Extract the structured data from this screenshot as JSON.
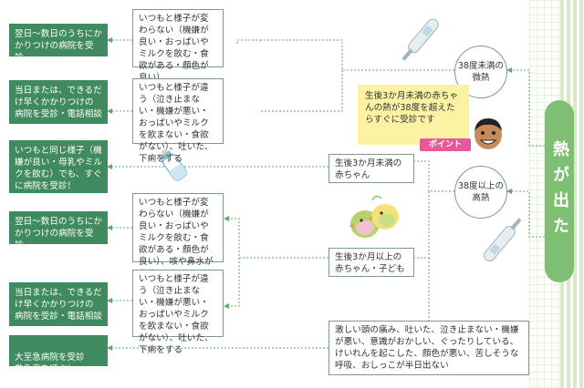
{
  "main_label": "熱が出た",
  "branches": {
    "under38": "38度未満の\n微熱",
    "over38": "38度以上の\n高熱"
  },
  "point": {
    "text": "生後3か月未満の赤ちゃんの熱が38度を超えたらすぐに受診です",
    "badge": "ポイント"
  },
  "age_boxes": {
    "under3m": "生後3か月未満の赤ちゃん",
    "over3m": "生後3か月以上の赤ちゃん・子ども",
    "severe": "激しい頭の痛み、吐いた、泣き止まない・機嫌が悪い、意識がおかしい、ぐったりしている、けいれんを起こした、顔色が悪い、苦しそうな呼吸、おしっこが半日出ない"
  },
  "conditions": {
    "c1": "いつもと様子が変わらない（機嫌が良い・おっぱいやミルクを飲む・食欲がある・顔色が良い）",
    "c2": "いつもと様子が違う（泣き止まない・機嫌が悪い・おっぱいやミルクを飲まない・食欲がない）、吐いた、下痢をする",
    "c3": "いつもと様子が変わらない（機嫌が良い・おっぱいやミルクを飲む・食欲がある・顔色が良い）、咳や鼻水がある",
    "c4": "いつもと様子が違う（泣き止まない・機嫌が悪い・おっぱいやミルクを飲まない・食欲がない）、吐いた、下痢をする"
  },
  "actions": {
    "a1": "翌日〜数日のうちにかかりつけの病院を受診",
    "a2": "当日または、できるだけ早くかかりつけの病院を受診・電話相談",
    "a3": "いつもと同じ様子（機嫌が良い・母乳やミルクを飲む）でも、すぐに病院を受診！",
    "a4": "翌日〜数日のうちにかかりつけの病院を受診",
    "a5": "当日または、できるだけ早くかかりつけの病院を受診・電話相談",
    "a6": "大至急病院を受診\n救急車を呼ぶ！"
  },
  "colors": {
    "dark_green": "#3f8a5e",
    "light_green": "#7fbf74",
    "line": "#5fa96e",
    "point_yellow": "#fbf2a4",
    "point_pink": "#e5589a"
  }
}
